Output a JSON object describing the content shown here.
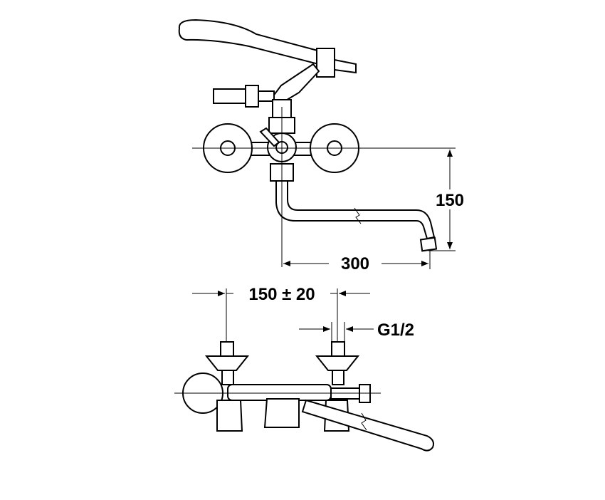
{
  "drawing": {
    "front_view": {
      "height_dimension": "150",
      "spout_length_dimension": "300"
    },
    "top_view": {
      "center_distance_dimension": "150 ± 20",
      "thread_dimension": "G1/2"
    },
    "colors": {
      "line": "#000000",
      "background": "#ffffff"
    }
  }
}
